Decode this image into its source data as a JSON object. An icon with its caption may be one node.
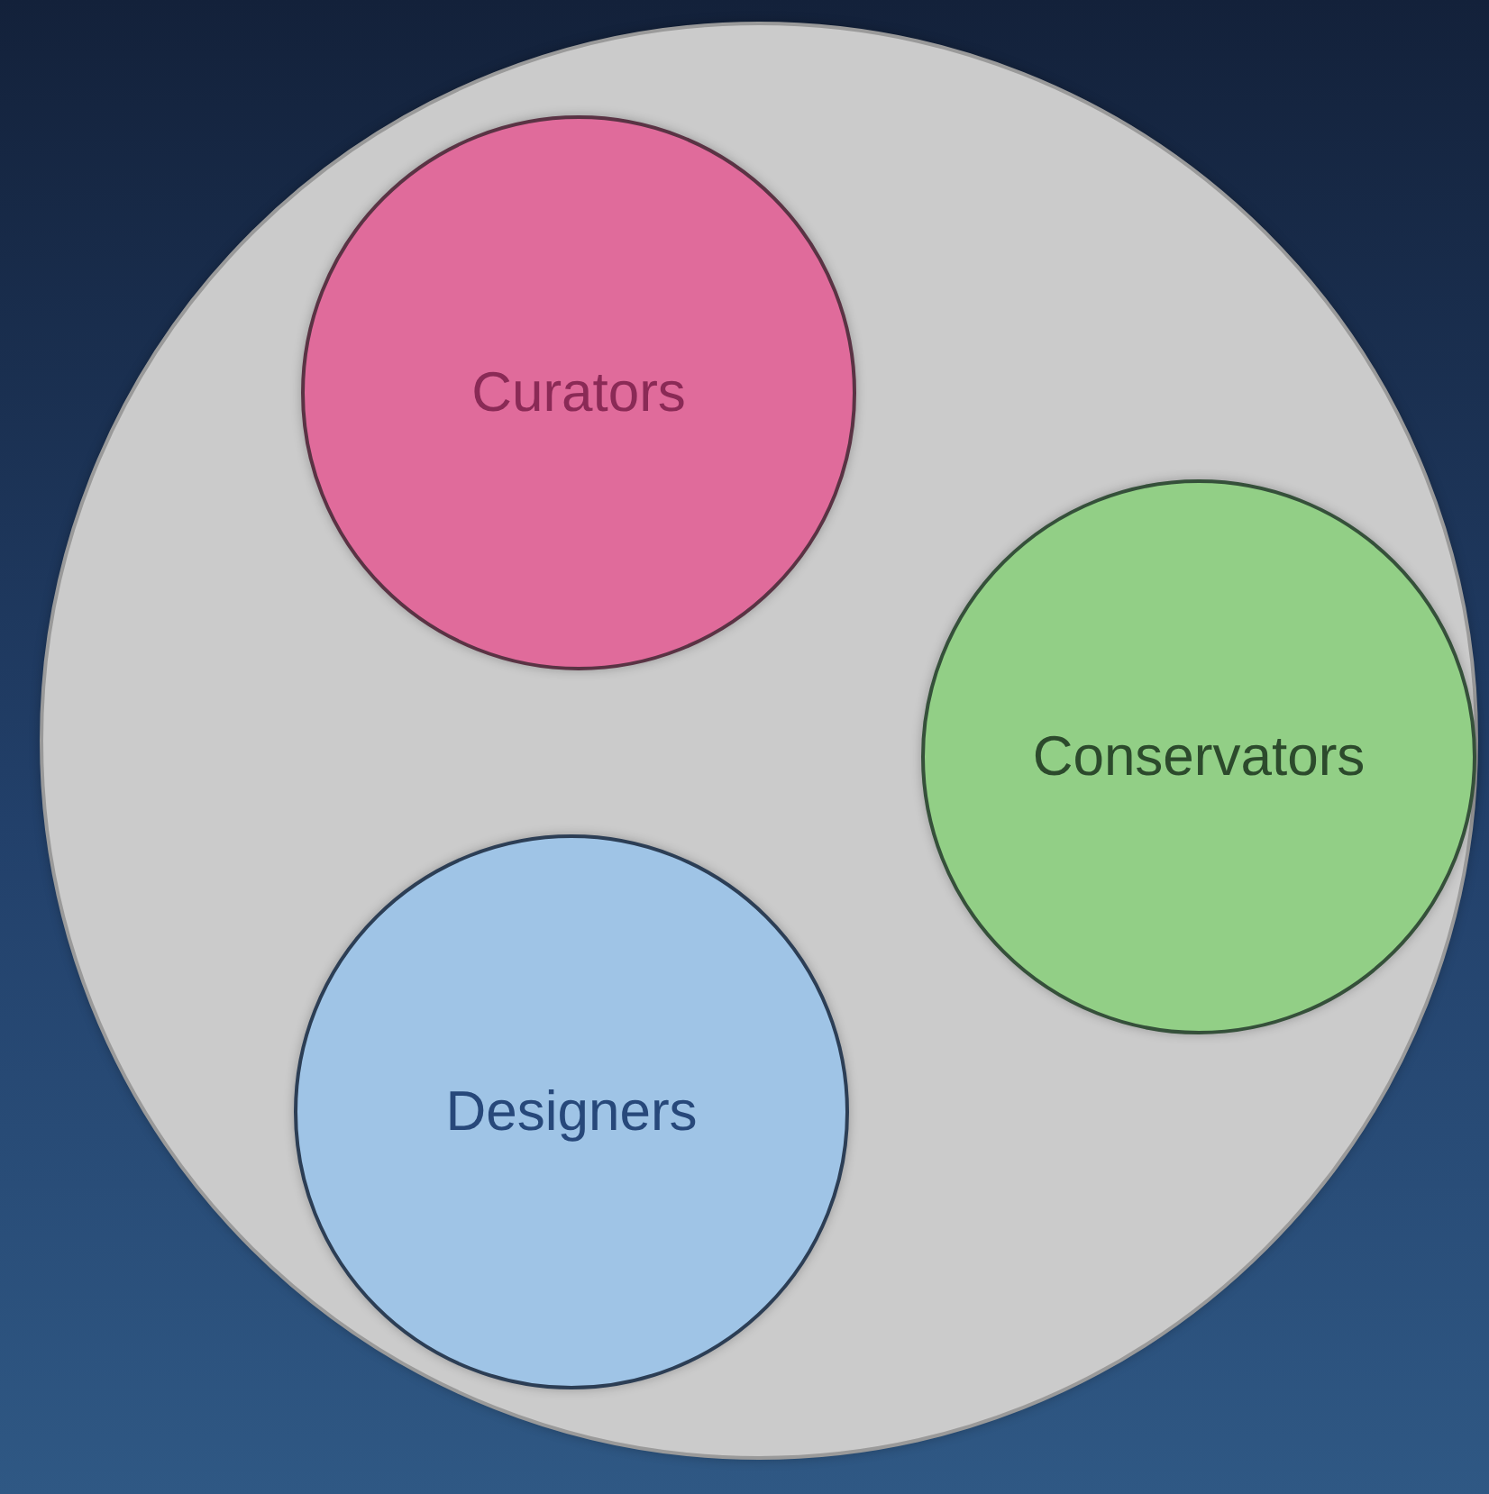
{
  "diagram": {
    "nodes": [
      {
        "text": [],
        "shape": "circle"
      },
      {
        "text": [
          "Curators"
        ],
        "in": 0
      },
      {
        "text": [
          "Conservators"
        ],
        "in": 0
      },
      {
        "text": [
          "Designers"
        ],
        "in": 0
      }
    ]
  }
}
